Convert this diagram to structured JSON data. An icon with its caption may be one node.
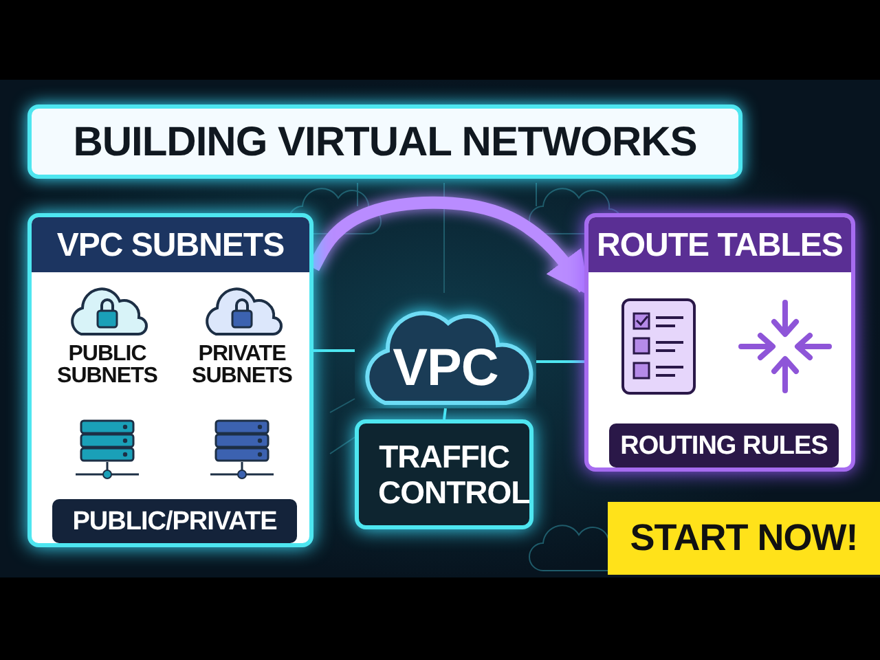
{
  "diagram": {
    "title": "BUILDING VIRTUAL NETWORKS",
    "nodes": [
      {
        "text": [
          "VPC SUBNETS"
        ]
      },
      {
        "text": [
          "PUBLIC SUBNETS"
        ],
        "in": 0
      },
      {
        "text": [
          "PRIVATE SUBNETS"
        ],
        "in": 0
      },
      {
        "text": [
          "PUBLIC/PRIVATE"
        ],
        "in": 0
      },
      {
        "text": [
          "VPC"
        ]
      },
      {
        "text": [
          "TRAFFIC CONTROL"
        ]
      },
      {
        "text": [
          "ROUTE TABLES"
        ]
      },
      {
        "text": [
          "ROUTING RULES"
        ],
        "in": 6
      },
      {
        "text": [
          "START NOW!"
        ]
      }
    ],
    "edges": [
      {
        "from": 0,
        "to": 4,
        "arrow": "none"
      },
      {
        "from": 4,
        "to": 6,
        "arrow": "none"
      },
      {
        "from": 4,
        "to": 5,
        "arrow": "none"
      },
      {
        "from": 0,
        "to": 6,
        "arrow": "to",
        "style": "thick",
        "color": "#b98cff"
      }
    ]
  }
}
